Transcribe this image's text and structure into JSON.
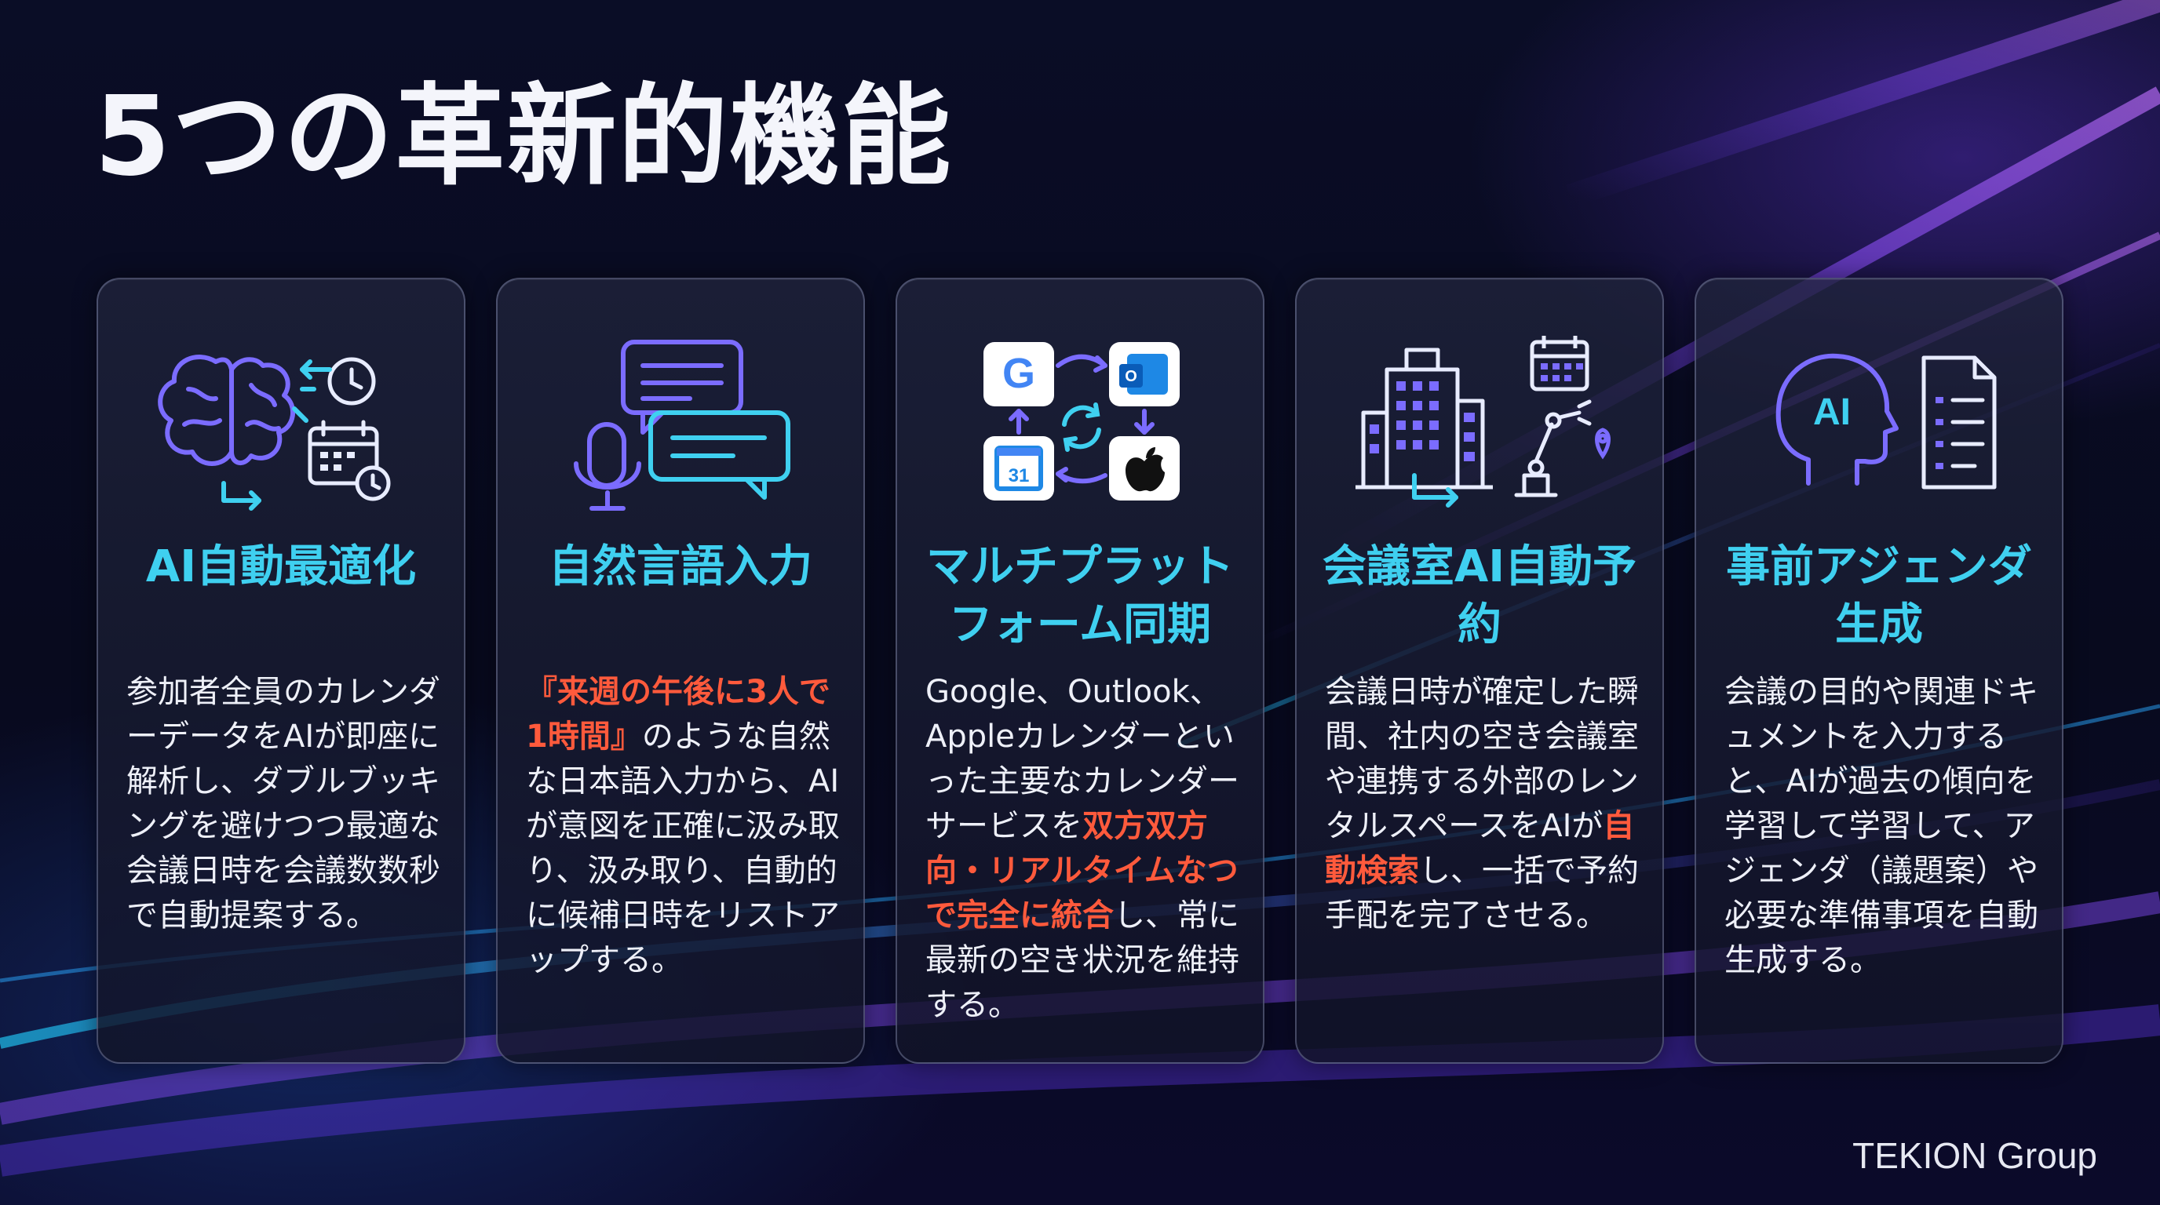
{
  "slide": {
    "title": "5つの革新的機能",
    "footer": "TEKION Group"
  },
  "cards": [
    {
      "icon": "brain-calendar-clock-icon",
      "title": "AI自動最適化",
      "body": [
        {
          "text": "参加者全員のカレンダーデータをAIが即座に解析し、ダブルブッキングを避けつつ最適な会議日時を会議数数秒で自動提案する。",
          "hl": false
        }
      ]
    },
    {
      "icon": "microphone-chat-icon",
      "title": "自然言語入力",
      "body": [
        {
          "text": "『来週の午後に3人で1時間』",
          "hl": true
        },
        {
          "text": "のような自然な日本語入力から、AIが意図を正確に汲み取り、汲み取り、自動的に候補日時をリストアップする。",
          "hl": false
        }
      ]
    },
    {
      "icon": "calendar-sync-icon",
      "title": "マルチプラットフォーム同期",
      "body": [
        {
          "text": "Google、Outlook、Appleカレンダーといった主要なカレンダーサービスを",
          "hl": false
        },
        {
          "text": "双方双方向・リアルタイムなつで完全に統合",
          "hl": true
        },
        {
          "text": "し、常に最新の空き状況を維持する。",
          "hl": false
        }
      ]
    },
    {
      "icon": "building-robot-arm-icon",
      "title": "会議室AI自動予約",
      "body": [
        {
          "text": "会議日時が確定した瞬間、社内の空き会議室や連携する外部のレンタルスペースをAIが",
          "hl": false
        },
        {
          "text": "自動検索",
          "hl": true
        },
        {
          "text": "し、一括で予約手配を完了させる。",
          "hl": false
        }
      ]
    },
    {
      "icon": "ai-head-document-icon",
      "title": "事前アジェンダ生成",
      "body": [
        {
          "text": "会議の目的や関連ドキュメントを入力すると、AIが過去の傾向を学習して学習して、アジェンダ（議題案）や必要な準備事項を自動生成する。",
          "hl": false
        }
      ]
    }
  ],
  "colors": {
    "accent_cyan": "#3fd0f0",
    "highlight_red": "#ff5a3c",
    "icon_purple": "#7b6cff",
    "background": "#070b1f"
  }
}
